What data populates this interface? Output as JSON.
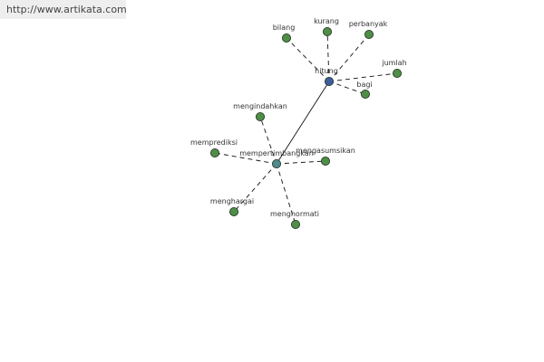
{
  "banner": {
    "url_text": "http://www.artikata.com"
  },
  "graph": {
    "colors": {
      "hub_primary": "#3f5d9c",
      "hub_secondary": "#4f8a8c",
      "leaf": "#4e8e46",
      "edge": "#111111"
    },
    "nodes": [
      {
        "id": "hitung",
        "label": "hitung",
        "role": "hub"
      },
      {
        "id": "mempertimbangkan",
        "label": "mempertimbangkan",
        "role": "hub-secondary"
      },
      {
        "id": "bilang",
        "label": "bilang",
        "role": "leaf"
      },
      {
        "id": "kurang",
        "label": "kurang",
        "role": "leaf"
      },
      {
        "id": "perbanyak",
        "label": "perbanyak",
        "role": "leaf"
      },
      {
        "id": "jumlah",
        "label": "jumlah",
        "role": "leaf"
      },
      {
        "id": "bagi",
        "label": "bagi",
        "role": "leaf"
      },
      {
        "id": "mengindahkan",
        "label": "mengindahkan",
        "role": "leaf"
      },
      {
        "id": "memprediksi",
        "label": "memprediksi",
        "role": "leaf"
      },
      {
        "id": "mengasumsikan",
        "label": "mengasumsikan",
        "role": "leaf"
      },
      {
        "id": "menghargai",
        "label": "menghargai",
        "role": "leaf"
      },
      {
        "id": "menghormati",
        "label": "menghormati",
        "role": "leaf"
      }
    ],
    "edges": [
      {
        "from": "hitung",
        "to": "mempertimbangkan",
        "style": "solid"
      },
      {
        "from": "hitung",
        "to": "bilang",
        "style": "dashed"
      },
      {
        "from": "hitung",
        "to": "kurang",
        "style": "dashed"
      },
      {
        "from": "hitung",
        "to": "perbanyak",
        "style": "dashed"
      },
      {
        "from": "hitung",
        "to": "jumlah",
        "style": "dashed"
      },
      {
        "from": "hitung",
        "to": "bagi",
        "style": "dashed"
      },
      {
        "from": "mempertimbangkan",
        "to": "mengindahkan",
        "style": "dashed"
      },
      {
        "from": "mempertimbangkan",
        "to": "memprediksi",
        "style": "dashed"
      },
      {
        "from": "mempertimbangkan",
        "to": "mengasumsikan",
        "style": "dashed"
      },
      {
        "from": "mempertimbangkan",
        "to": "menghargai",
        "style": "dashed"
      },
      {
        "from": "mempertimbangkan",
        "to": "menghormati",
        "style": "dashed"
      }
    ]
  }
}
